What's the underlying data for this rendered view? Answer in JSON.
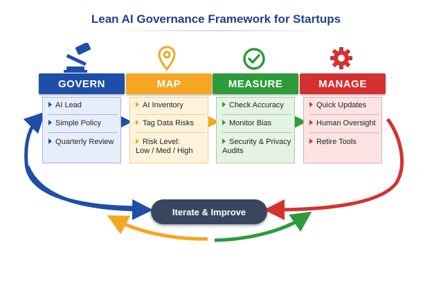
{
  "title": "Lean AI Governance Framework for Startups",
  "stages": [
    {
      "label": "GOVERN",
      "icon": "gavel-icon",
      "color": "#1e4fa8",
      "items": [
        "AI Lead",
        "Simple Policy",
        "Quarterly Review"
      ]
    },
    {
      "label": "MAP",
      "icon": "location-pin-icon",
      "color": "#f5a623",
      "items": [
        "AI Inventory",
        "Tag Data Risks",
        "Risk Level:\nLow / Med / High"
      ]
    },
    {
      "label": "MEASURE",
      "icon": "check-circle-icon",
      "color": "#2e9b3a",
      "items": [
        "Check Accuracy",
        "Monitor Bias",
        "Security & Privacy\nAudits"
      ]
    },
    {
      "label": "MANAGE",
      "icon": "gear-icon",
      "color": "#d63131",
      "items": [
        "Quick Updates",
        "Human Oversight",
        "Retire Tools"
      ]
    }
  ],
  "hub": {
    "label": "Iterate & Improve"
  }
}
